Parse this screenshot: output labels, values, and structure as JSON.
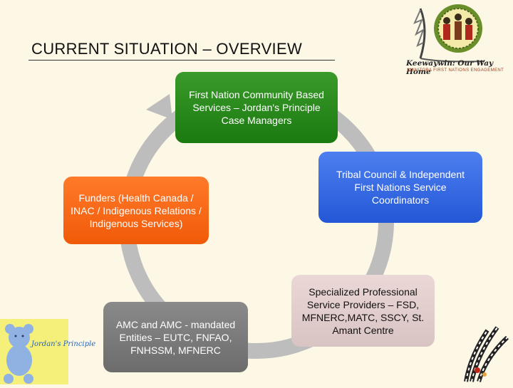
{
  "slide": {
    "title": "CURRENT SITUATION – OVERVIEW"
  },
  "logo": {
    "icon": "keewaywin-logo",
    "text": "Keewaywin: Our Way Home",
    "subtitle": "MANITOBA FIRST NATIONS ENGAGEMENT"
  },
  "cycle": {
    "nodes": [
      {
        "label": "First Nation Community Based Services – Jordan's Principle Case Managers",
        "color": "#2a8a1c"
      },
      {
        "label": "Tribal Council & Independent First Nations Service Coordinators",
        "color": "#3a6be6"
      },
      {
        "label": "Specialized Professional Service Providers – FSD, MFNERC,MATC, SSCY, St. Amant Centre",
        "color": "#e2cfcd"
      },
      {
        "label": "AMC and AMC - mandated Entities – EUTC, FNFAO, FNHSSM, MFNERC",
        "color": "#7b7b7b"
      },
      {
        "label": "Funders (Health Canada / INAC / Indigenous Relations / Indigenous Services)",
        "color": "#f5661a"
      }
    ],
    "arrow_color": "#b9b9b9"
  },
  "bear_logo": {
    "icon": "teddy-bear-icon",
    "text": "Jordan's Principle"
  },
  "feather": {
    "icon": "feather-headdress-icon"
  }
}
